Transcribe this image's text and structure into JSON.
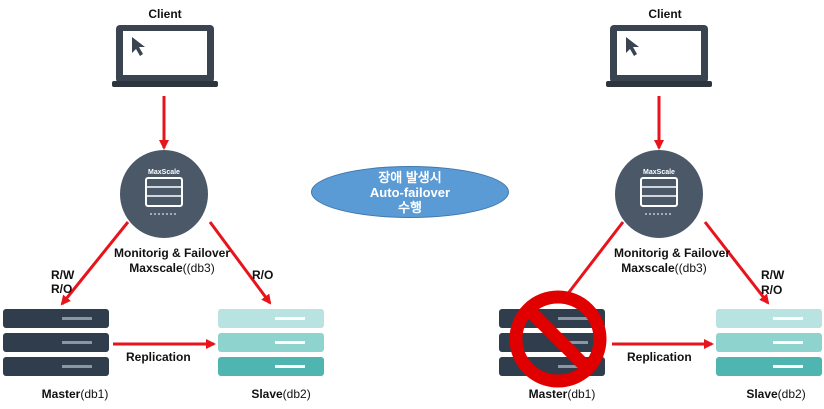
{
  "left": {
    "client_label": "Client",
    "maxscale_badge": "MaxScale",
    "maxscale_line1": "Monitorig & Failover",
    "maxscale_line2_bold": "Maxscale",
    "maxscale_line2_rest": "((db3)",
    "rw_label": "R/W",
    "ro_label_master": "R/O",
    "ro_label_slave": "R/O",
    "replication_label": "Replication",
    "master_bold": "Master",
    "master_rest": "(db1)",
    "slave_bold": "Slave",
    "slave_rest": "(db2)"
  },
  "bubble": {
    "line1": "장애 발생시",
    "line2": "Auto-failover",
    "line3": "수행"
  },
  "right": {
    "client_label": "Client",
    "maxscale_badge": "MaxScale",
    "maxscale_line1": "Monitorig & Failover",
    "maxscale_line2_bold": "Maxscale",
    "maxscale_line2_rest": "((db3)",
    "rw_label": "R/W",
    "ro_label": "R/O",
    "replication_label": "Replication",
    "master_bold": "Master",
    "master_rest": "(db1)",
    "slave_bold": "Slave",
    "slave_rest": "(db2)"
  },
  "colors": {
    "arrow": "#e8141b",
    "dark_server": "#2f3d4c",
    "light_server": "#8fd3cf",
    "maxscale": "#4a5868",
    "bubble": "#5b9bd5",
    "no_sign": "#e00000"
  }
}
